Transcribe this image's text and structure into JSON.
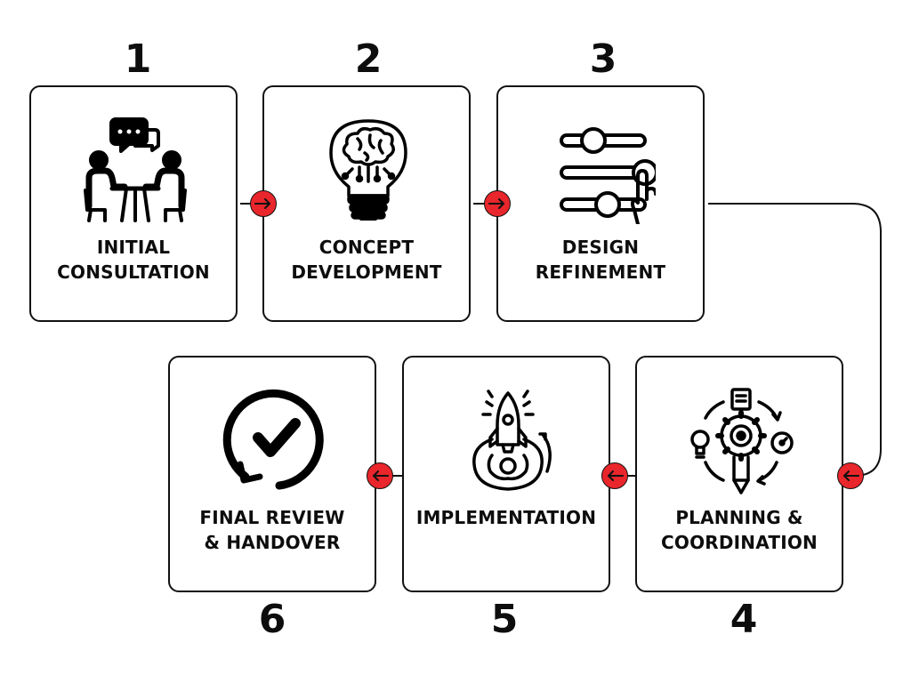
{
  "accent_color": "#e8262b",
  "steps": [
    {
      "number": "1",
      "line1": "INITIAL",
      "line2": "CONSULTATION",
      "icon": "consultation-meeting-icon"
    },
    {
      "number": "2",
      "line1": "CONCEPT",
      "line2": "DEVELOPMENT",
      "icon": "lightbulb-brain-icon"
    },
    {
      "number": "3",
      "line1": "DESIGN",
      "line2": "REFINEMENT",
      "icon": "sliders-hand-icon"
    },
    {
      "number": "4",
      "line1": "PLANNING &",
      "line2": "COORDINATION",
      "icon": "planning-gear-cycle-icon"
    },
    {
      "number": "5",
      "line1": "IMPLEMENTATION",
      "line2": "",
      "icon": "rocket-gear-icon"
    },
    {
      "number": "6",
      "line1": "FINAL REVIEW",
      "line2": "& HANDOVER",
      "icon": "check-circle-icon"
    }
  ],
  "connector_arrows": [
    {
      "from": "1",
      "to": "2",
      "direction": "right"
    },
    {
      "from": "2",
      "to": "3",
      "direction": "right"
    },
    {
      "from": "3",
      "to": "4",
      "direction": "left"
    },
    {
      "from": "4",
      "to": "5",
      "direction": "left"
    },
    {
      "from": "5",
      "to": "6",
      "direction": "left"
    }
  ]
}
